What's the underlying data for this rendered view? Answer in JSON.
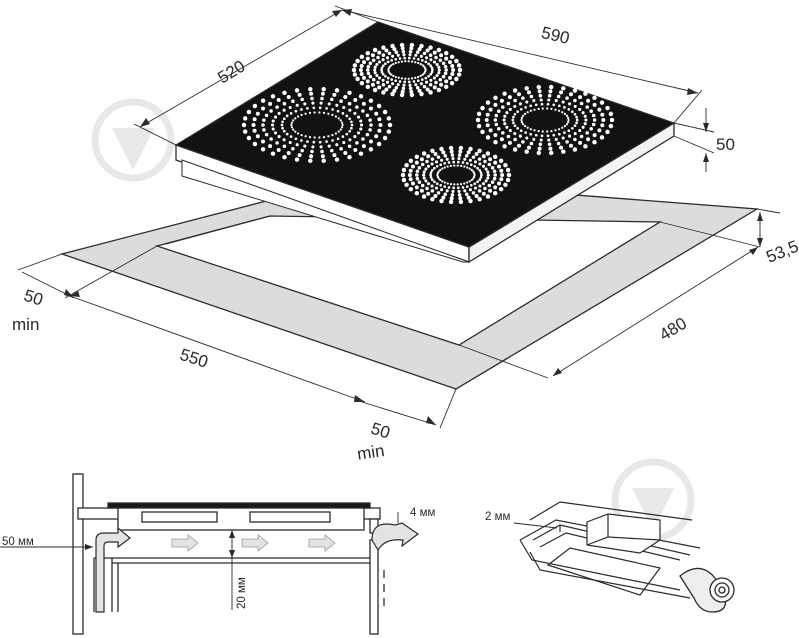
{
  "main_view": {
    "dimensions": {
      "width_590": "590",
      "depth_520": "520",
      "height_50": "50",
      "offset_53_5": "53,5",
      "cutout_480": "480",
      "cutout_550": "550",
      "clearance_left_value": "50",
      "clearance_left_unit": "min",
      "clearance_front_value": "50",
      "clearance_front_unit": "min"
    }
  },
  "detail_left": {
    "wall_gap": "50 мм",
    "bottom_gap": "20 мм",
    "vent_gap": "4 мм"
  },
  "detail_right": {
    "seal_thickness": "2 мм"
  },
  "colors": {
    "glass": "#121212",
    "frame": "#dcdcdc",
    "line": "#2b2b2b",
    "arrow_fill": "#e3e3e3",
    "dots": "#ffffff"
  },
  "icons": [
    "watermark-icon",
    "cooking-zone-icon",
    "airflow-arrow-icon",
    "seal-roll-icon"
  ]
}
